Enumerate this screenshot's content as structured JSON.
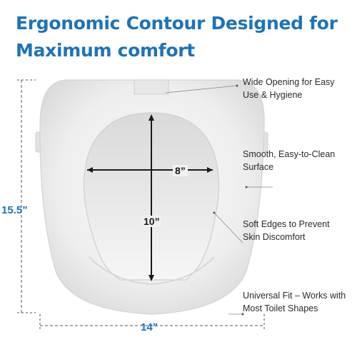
{
  "heading": {
    "line1": "Ergonomic Contour Designed for",
    "line2": "Maximum comfort"
  },
  "dimensions": {
    "height": "15.5”",
    "width": "14”",
    "opening_width": "8”",
    "opening_length": "10”"
  },
  "callouts": [
    {
      "line1": "Wide Opening for Easy",
      "line2": "Use & Hygiene"
    },
    {
      "line1": "Smooth, Easy-to-Clean",
      "line2": "Surface"
    },
    {
      "line1": "Soft Edges to Prevent",
      "line2": "Skin Discomfort"
    },
    {
      "line1": "Universal Fit – Works with",
      "line2": "Most Toilet Shapes"
    }
  ],
  "colors": {
    "accent": "#1f73b7",
    "dimension_lines": "#1a1a1a",
    "seat": "#eeeeee"
  },
  "icons": [
    "toilet-seat-riser-image",
    "dimension-arrow-icon"
  ]
}
